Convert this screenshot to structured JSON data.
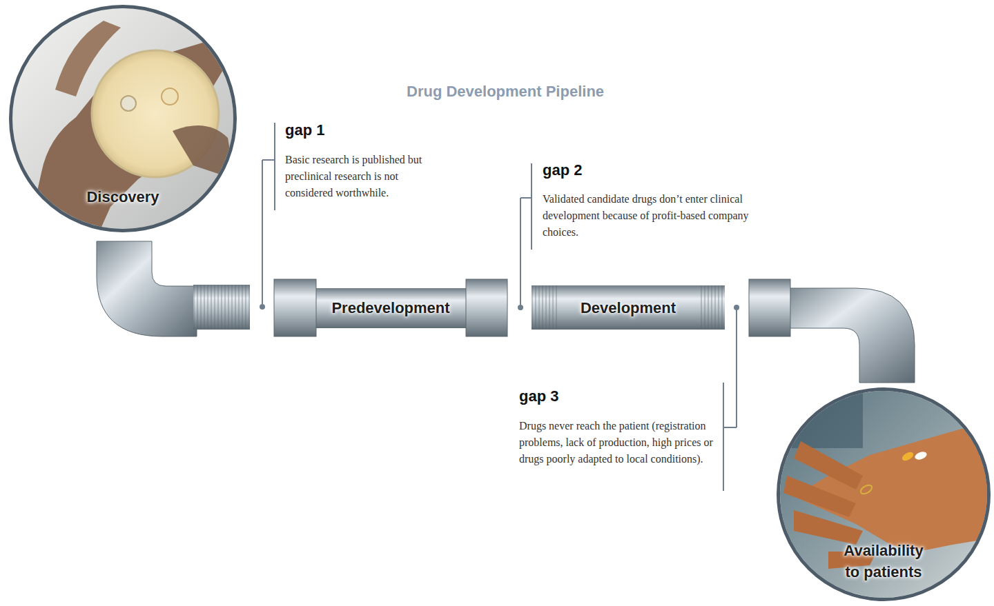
{
  "diagram": {
    "title": "Drug Development Pipeline",
    "nodes": [
      {
        "text": [
          "Discovery"
        ]
      },
      {
        "text": [
          "Predevelopment"
        ]
      },
      {
        "text": [
          "Development"
        ]
      },
      {
        "text": [
          "Availability to patients"
        ]
      }
    ],
    "labels": [
      "gap 1",
      "Basic research is published but preclinical research is not considered worthwhile.",
      "gap 2",
      "Validated candidate drugs don’t enter clinical development because of profit-based company choices.",
      "gap 3",
      "Drugs never reach the patient (registration problems, lack of production, high prices or drugs poorly adapted to local conditions)."
    ]
  }
}
